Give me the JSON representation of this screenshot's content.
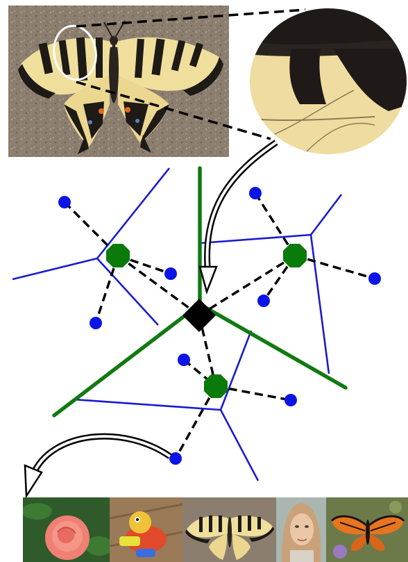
{
  "scene": {
    "source_image": {
      "subject": "swallowtail-butterfly",
      "background_color": "#8c7e6f",
      "wing_color": "#f0df9c",
      "stripe_color": "#1e1a16",
      "highlight_ring_color": "#ffffff"
    },
    "zoom_patch": {
      "subject": "wing-stripe-closeup"
    },
    "diagram": {
      "leaf_node_color": "#0a14e6",
      "cluster_center_color": "#0a7a0a",
      "root_node_color": "#000000",
      "fine_partition_color": "#1a1ad0",
      "coarse_partition_color": "#117a11",
      "connector_color": "#000000"
    },
    "retrieved_images": [
      {
        "subject": "pink-rose"
      },
      {
        "subject": "toy-bird"
      },
      {
        "subject": "swallowtail-butterfly"
      },
      {
        "subject": "young-woman-portrait"
      },
      {
        "subject": "monarch-butterfly"
      }
    ]
  }
}
